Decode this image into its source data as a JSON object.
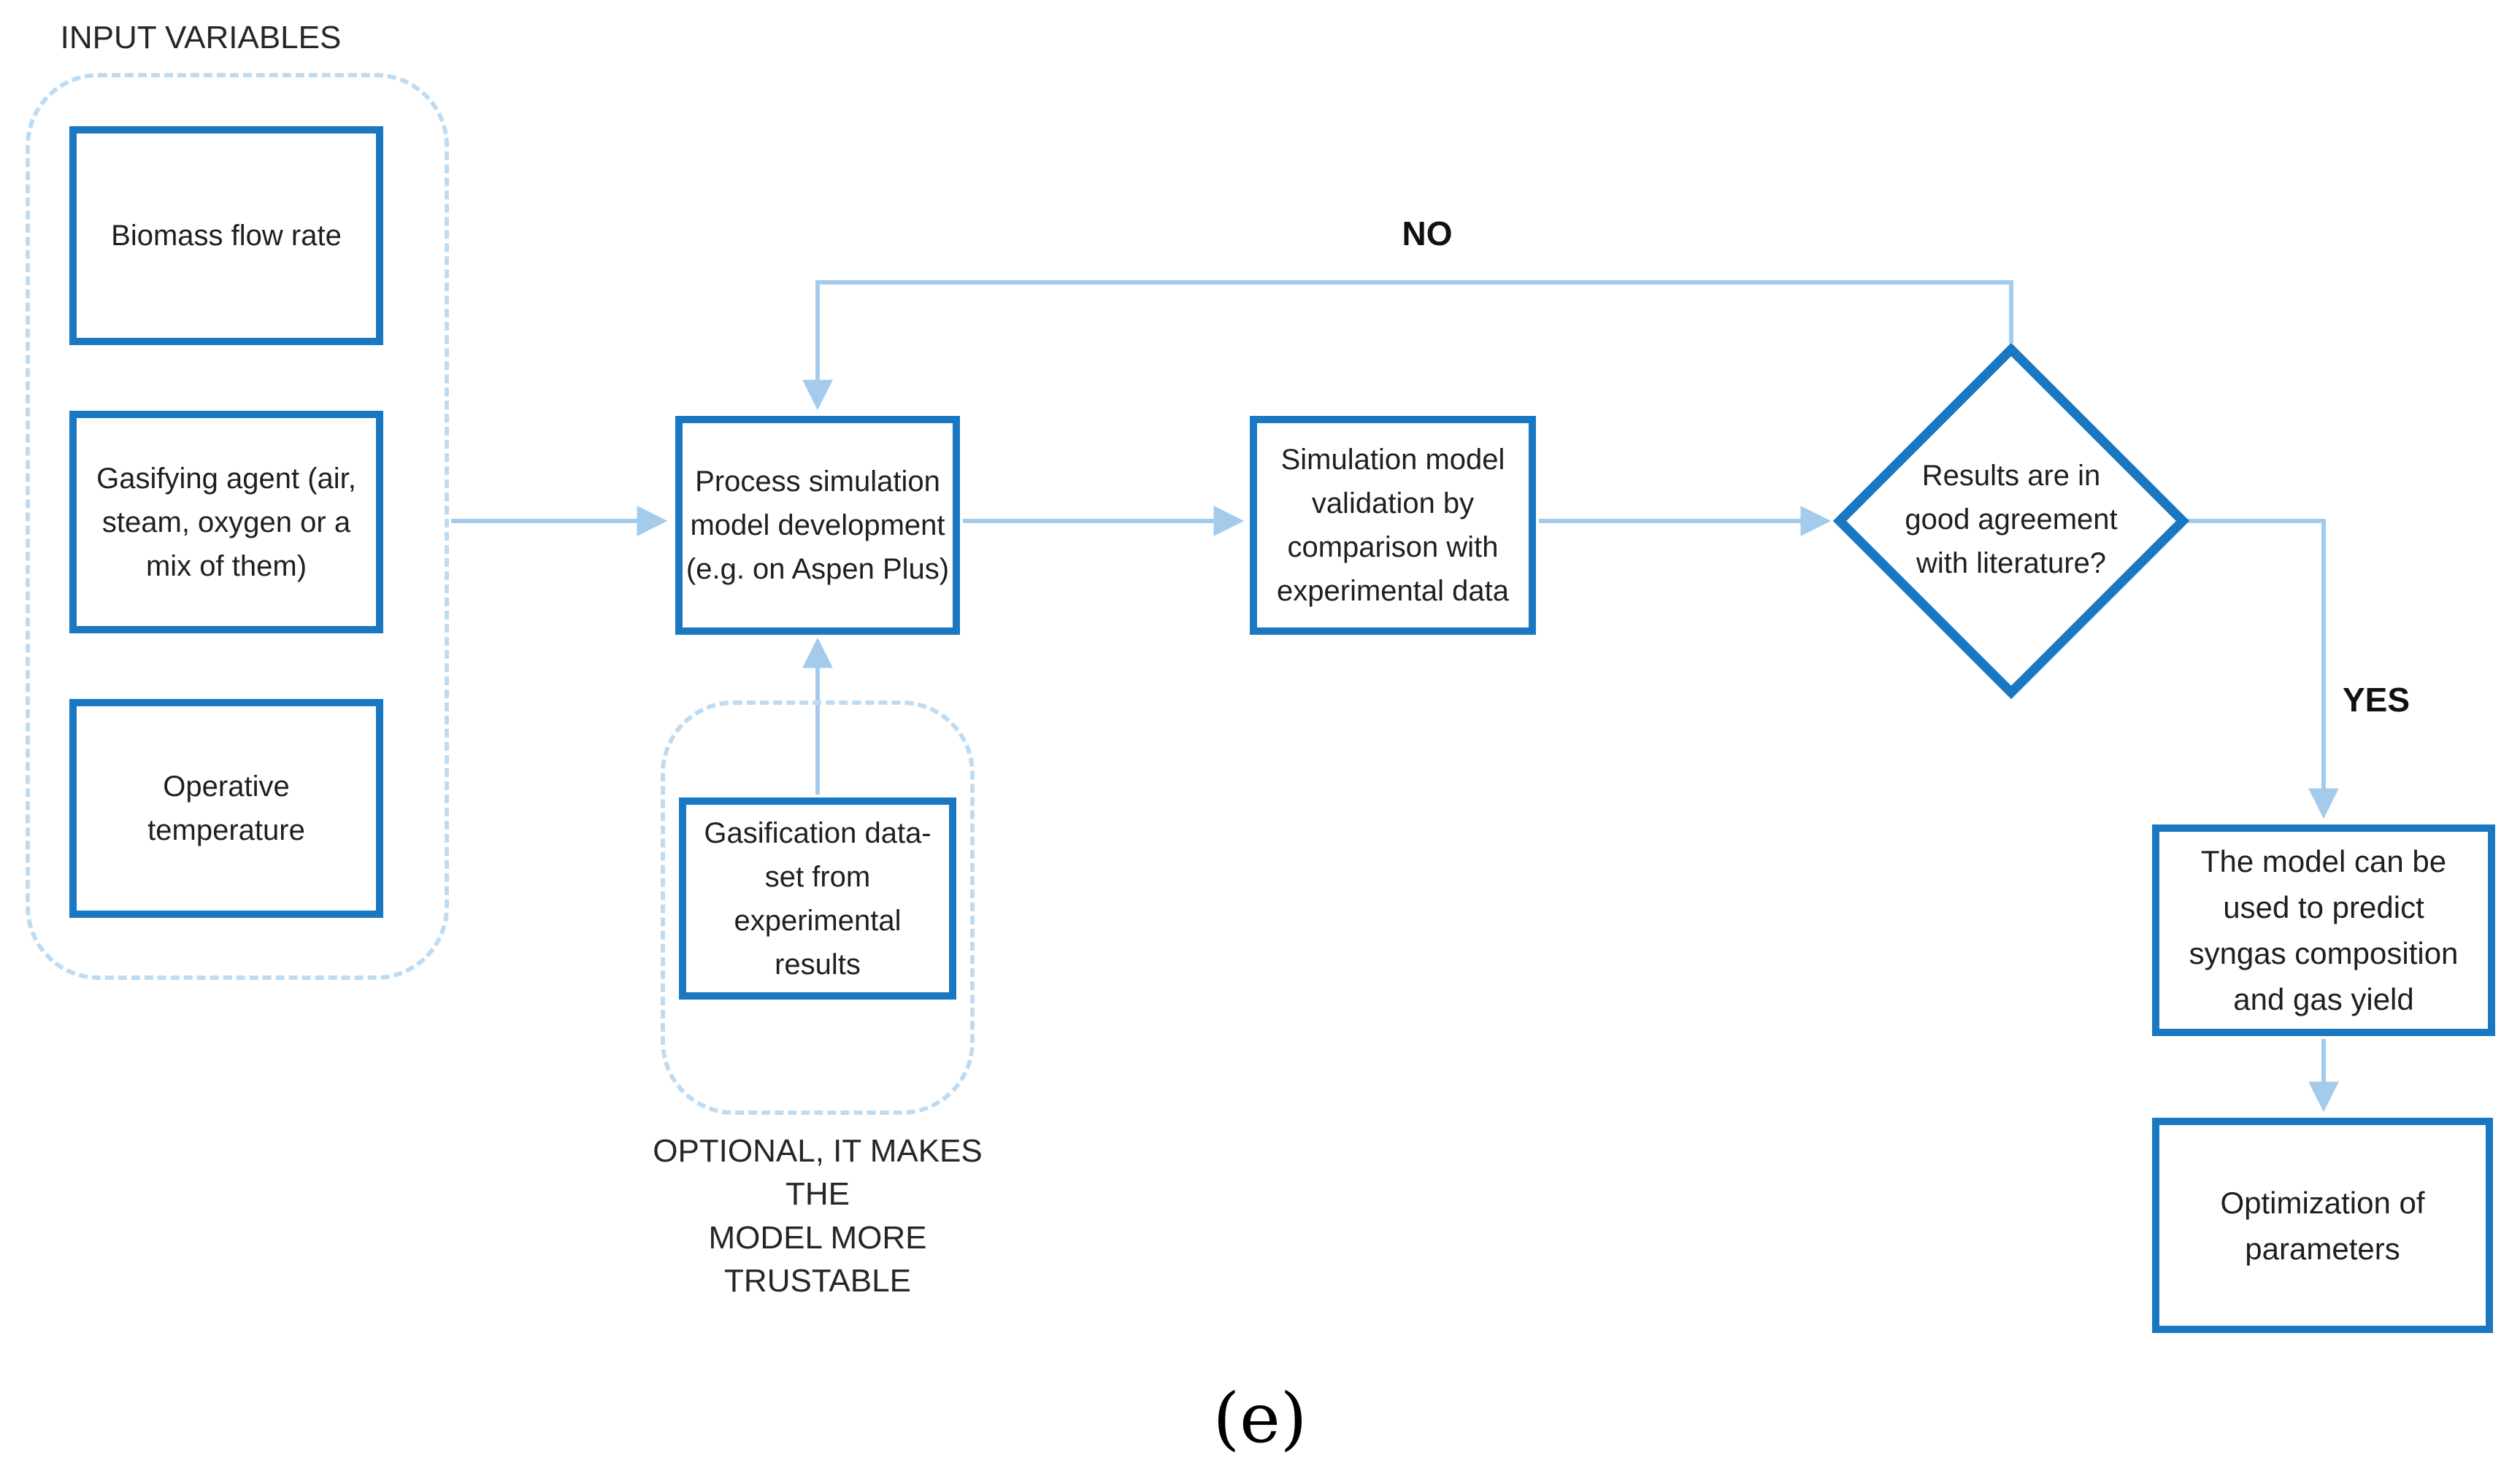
{
  "figure_caption": "(e)",
  "labels": {
    "input_variables": "INPUT VARIABLES",
    "optional_note": "OPTIONAL, IT MAKES THE\nMODEL MORE TRUSTABLE",
    "no": "NO",
    "yes": "YES"
  },
  "nodes": {
    "biomass": "Biomass flow rate",
    "gasifying_agent": "Gasifying agent (air,\nsteam, oxygen or a\nmix of them)",
    "operative_temperature": "Operative\ntemperature",
    "process_simulation": "Process simulation\nmodel development\n(e.g. on Aspen Plus)",
    "validation": "Simulation model\nvalidation by\ncomparison with\nexperimental data",
    "decision": "Results are in\ngood agreement\nwith literature?",
    "predict": "The model can be\nused to predict\nsyngas composition\nand gas yield",
    "optimization": "Optimization of\nparameters",
    "dataset": "Gasification data-\nset from\nexperimental results"
  },
  "colors": {
    "node_border": "#1A78C2",
    "connector": "#A5CBEC",
    "dashed_container": "#BDDCF3",
    "text": "#1F1F1F"
  }
}
